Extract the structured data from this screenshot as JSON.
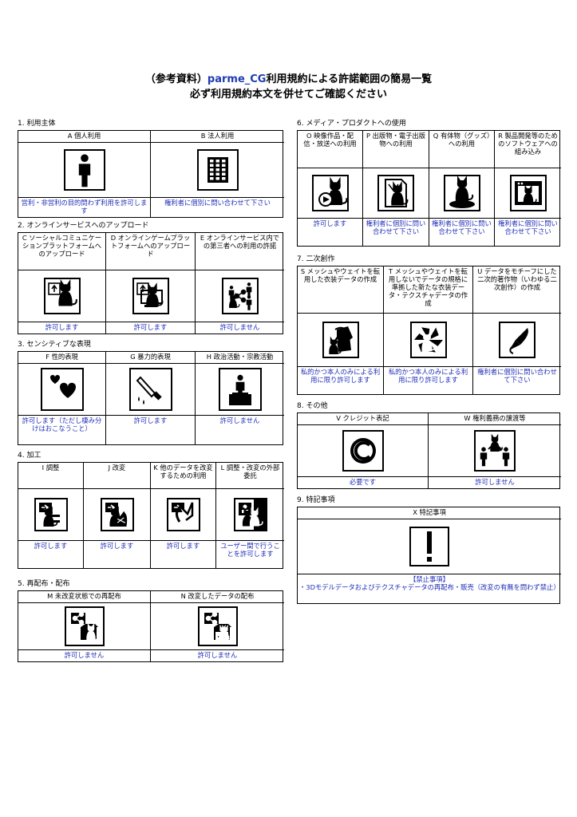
{
  "title": {
    "line1_pre": "（参考資料）",
    "line1_brand": "parme_CG",
    "line1_post": "利用規約による許諾範囲の簡易一覧",
    "line2": "必ず利用規約本文を併せてご確認ください"
  },
  "sections": {
    "s1": {
      "heading": "1. 利用主体",
      "items": [
        {
          "label": "A 個人利用",
          "status": "営利・非営利の目的問わず利用を許可します",
          "icon": "person-icon"
        },
        {
          "label": "B 法人利用",
          "status": "権利者に個別に問い合わせて下さい",
          "icon": "building-icon"
        }
      ]
    },
    "s2": {
      "heading": "2. オンラインサービスへのアップロード",
      "items": [
        {
          "label": "C ソーシャルコミュニケーションプラットフォームへのアップロード",
          "status": "許可します",
          "icon": "upload-cat-icon"
        },
        {
          "label": "D オンラインゲームプラットフォームへのアップロード",
          "status": "許可します",
          "icon": "upload-game-icon"
        },
        {
          "label": "E オンラインサービス内での第三者への利用の許諾",
          "status": "許可しません",
          "icon": "share-network-icon"
        }
      ]
    },
    "s3": {
      "heading": "3. センシティブな表現",
      "items": [
        {
          "label": "F 性的表現",
          "status": "許可します（ただし棲み分けはおこなうこと）",
          "icon": "hearts-icon"
        },
        {
          "label": "G 暴力的表現",
          "status": "許可します",
          "icon": "knife-icon"
        },
        {
          "label": "H 政治活動・宗教活動",
          "status": "許可しません",
          "icon": "podium-icon"
        }
      ]
    },
    "s4": {
      "heading": "4. 加工",
      "items": [
        {
          "label": "I 調整",
          "status": "許可します",
          "icon": "adjust-icon"
        },
        {
          "label": "J 改変",
          "status": "許可します",
          "icon": "modify-icon"
        },
        {
          "label": "K 他のデータを改変するための利用",
          "status": "許可します",
          "icon": "data-modify-icon"
        },
        {
          "label": "L 調整・改変の外部委託",
          "status": "ユーザー間で行うことを許可します",
          "icon": "outsource-icon"
        }
      ]
    },
    "s5": {
      "heading": "5. 再配布・配布",
      "items": [
        {
          "label": "M 未改変状態での再配布",
          "status": "許可しません",
          "icon": "redistribute-icon"
        },
        {
          "label": "N 改変したデータの配布",
          "status": "許可しません",
          "icon": "distribute-modified-icon"
        }
      ]
    },
    "s6": {
      "heading": "6. メディア・プロダクトへの使用",
      "items": [
        {
          "label": "O 映像作品・配信・放送への利用",
          "status": "許可します",
          "icon": "video-icon"
        },
        {
          "label": "P 出版物・電子出版物への利用",
          "status": "権利者に個別に問い合わせて下さい",
          "icon": "publication-icon"
        },
        {
          "label": "Q 有体物（グッズ）への利用",
          "status": "権利者に個別に問い合わせて下さい",
          "icon": "goods-icon"
        },
        {
          "label": "R 製品開発等のためのソフトウェアへの組み込み",
          "status": "権利者に個別に問い合わせて下さい",
          "icon": "software-icon"
        }
      ]
    },
    "s7": {
      "heading": "7. 二次創作",
      "items": [
        {
          "label": "S メッシュやウェイトを転用した衣装データの作成",
          "status": "私的かつ本人のみによる利用に限り許可します",
          "icon": "mesh-icon"
        },
        {
          "label": "T メッシュやウェイトを転用しないでデータの規格に準拠した新たな衣装データ・テクスチャデータの作成",
          "status": "私的かつ本人のみによる利用に限り許可します",
          "icon": "new-costume-icon"
        },
        {
          "label": "U データをモチーフにした二次的著作物（いわゆる二次創作）の作成",
          "status": "権利者に個別に問い合わせて下さい",
          "icon": "pen-icon"
        }
      ]
    },
    "s8": {
      "heading": "8. その他",
      "items": [
        {
          "label": "V クレジット表記",
          "status": "必要です",
          "icon": "copyright-icon"
        },
        {
          "label": "W 権利義務の譲渡等",
          "status": "許可しません",
          "icon": "transfer-icon"
        }
      ]
    },
    "s9": {
      "heading": "9. 特記事項",
      "items": [
        {
          "label": "X 特記事項",
          "status": "【禁止事項】\n・3Dモデルデータおよびテクスチャデータの再配布・販売（改変の有無を問わず禁止）",
          "icon": "exclamation-icon"
        }
      ]
    }
  }
}
